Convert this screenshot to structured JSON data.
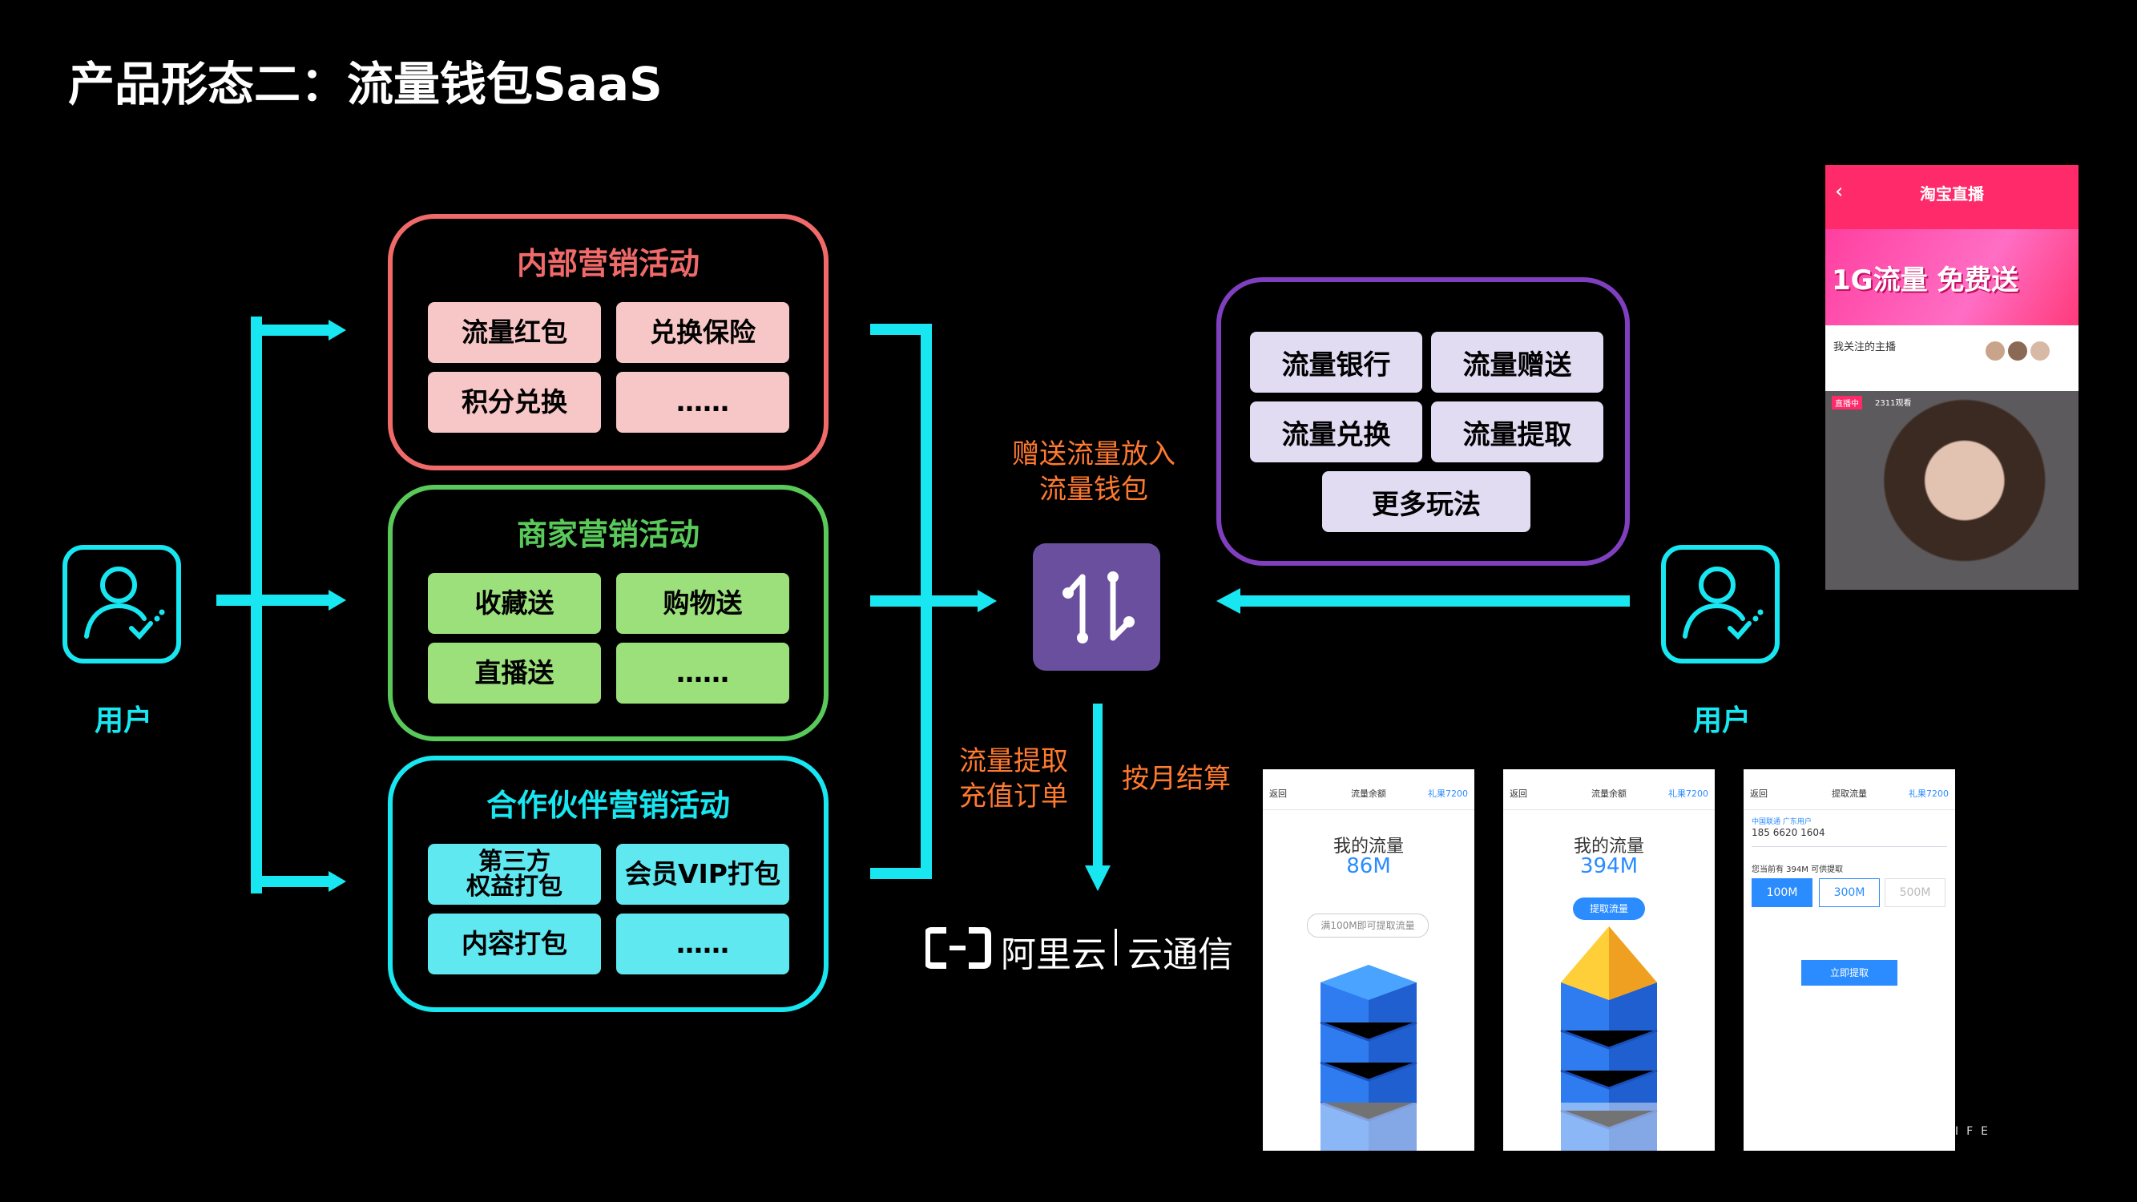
{
  "title": "产品形态二：流量钱包SaaS",
  "colors": {
    "cyan": "#18e6f0",
    "red": "#f06a6a",
    "green": "#59c95a",
    "purple": "#7f3fbf",
    "orange": "#ff7a2f"
  },
  "panels": {
    "internal": {
      "title": "内部营销活动",
      "items": [
        "流量红包",
        "兑换保险",
        "积分兑换",
        "……"
      ]
    },
    "merchant": {
      "title": "商家营销活动",
      "items": [
        "收藏送",
        "购物送",
        "直播送",
        "……"
      ]
    },
    "partner": {
      "title": "合作伙伴营销活动",
      "items": [
        "第三方\n权益打包",
        "会员VIP打包",
        "内容打包",
        "……"
      ]
    }
  },
  "user_left_label": "用户",
  "user_right_label": "用户",
  "gift_label": "赠送流量放入\n流量钱包",
  "wallet_features": [
    "流量银行",
    "流量赠送",
    "流量兑换",
    "流量提取",
    "更多玩法"
  ],
  "extract_label": "流量提取\n充值订单",
  "settle_label": "按月结算",
  "brand": {
    "name": "阿里云",
    "product": "云通信"
  },
  "phone_taobao": {
    "header": "淘宝直播",
    "banner_text": "1G流量 免费送",
    "follow_text": "我关注的主播",
    "live_badge": "直播中",
    "views": "2311观看"
  },
  "phones": [
    {
      "back": "返回",
      "title": "流量余额",
      "right": "礼果7200",
      "heading": "我的流量",
      "value": "86M",
      "pill": "满100M即可提取流量"
    },
    {
      "back": "返回",
      "title": "流量余额",
      "right": "礼果7200",
      "heading": "我的流量",
      "value": "394M",
      "pill": "提取流量"
    },
    {
      "back": "返回",
      "title": "提取流量",
      "right": "礼果7200",
      "carrier": "中国联通 广东用户",
      "number": "185 6620 1604",
      "available": "您当前有 394M 可供提取",
      "options": [
        "100M",
        "300M",
        "500M"
      ],
      "button": "立即提取"
    }
  ],
  "watermark": "IFE"
}
